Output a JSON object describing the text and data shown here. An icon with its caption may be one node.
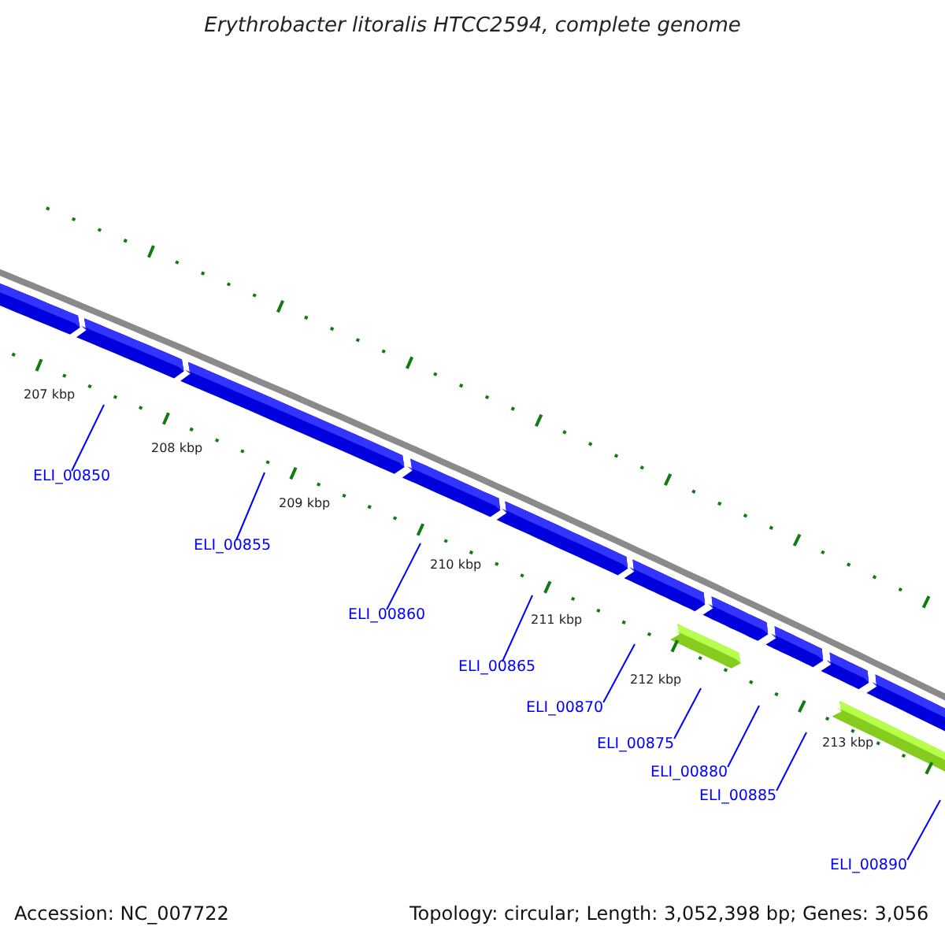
{
  "diagram": {
    "title": "Erythrobacter litoralis HTCC2594, complete genome",
    "nodes": [
      {
        "text": [
          "ELI_00850"
        ]
      },
      {
        "text": [
          "ELI_00855"
        ]
      },
      {
        "text": [
          "ELI_00860"
        ]
      },
      {
        "text": [
          "ELI_00865"
        ]
      },
      {
        "text": [
          "ELI_00870"
        ]
      },
      {
        "text": [
          "ELI_00875"
        ]
      },
      {
        "text": [
          "ELI_00880"
        ]
      },
      {
        "text": [
          "ELI_00885"
        ]
      },
      {
        "text": [
          "ELI_00890"
        ]
      }
    ],
    "edges": [
      {
        "from": 0,
        "to": null,
        "arrow": "none"
      },
      {
        "from": 1,
        "to": null,
        "arrow": "none"
      },
      {
        "from": 2,
        "to": null,
        "arrow": "none"
      },
      {
        "from": 3,
        "to": null,
        "arrow": "none"
      },
      {
        "from": 4,
        "to": null,
        "arrow": "none"
      },
      {
        "from": 5,
        "to": null,
        "arrow": "none"
      },
      {
        "from": 6,
        "to": null,
        "arrow": "none"
      },
      {
        "from": 7,
        "to": null,
        "arrow": "none"
      },
      {
        "from": 8,
        "to": null,
        "arrow": "none"
      }
    ],
    "labels": [
      "207 kbp",
      "208 kbp",
      "209 kbp",
      "210 kbp",
      "211 kbp",
      "212 kbp",
      "213 kbp",
      "Accession: NC_007722",
      "Topology: circular; Length: 3,052,398 bp; Genes: 3,056"
    ]
  }
}
